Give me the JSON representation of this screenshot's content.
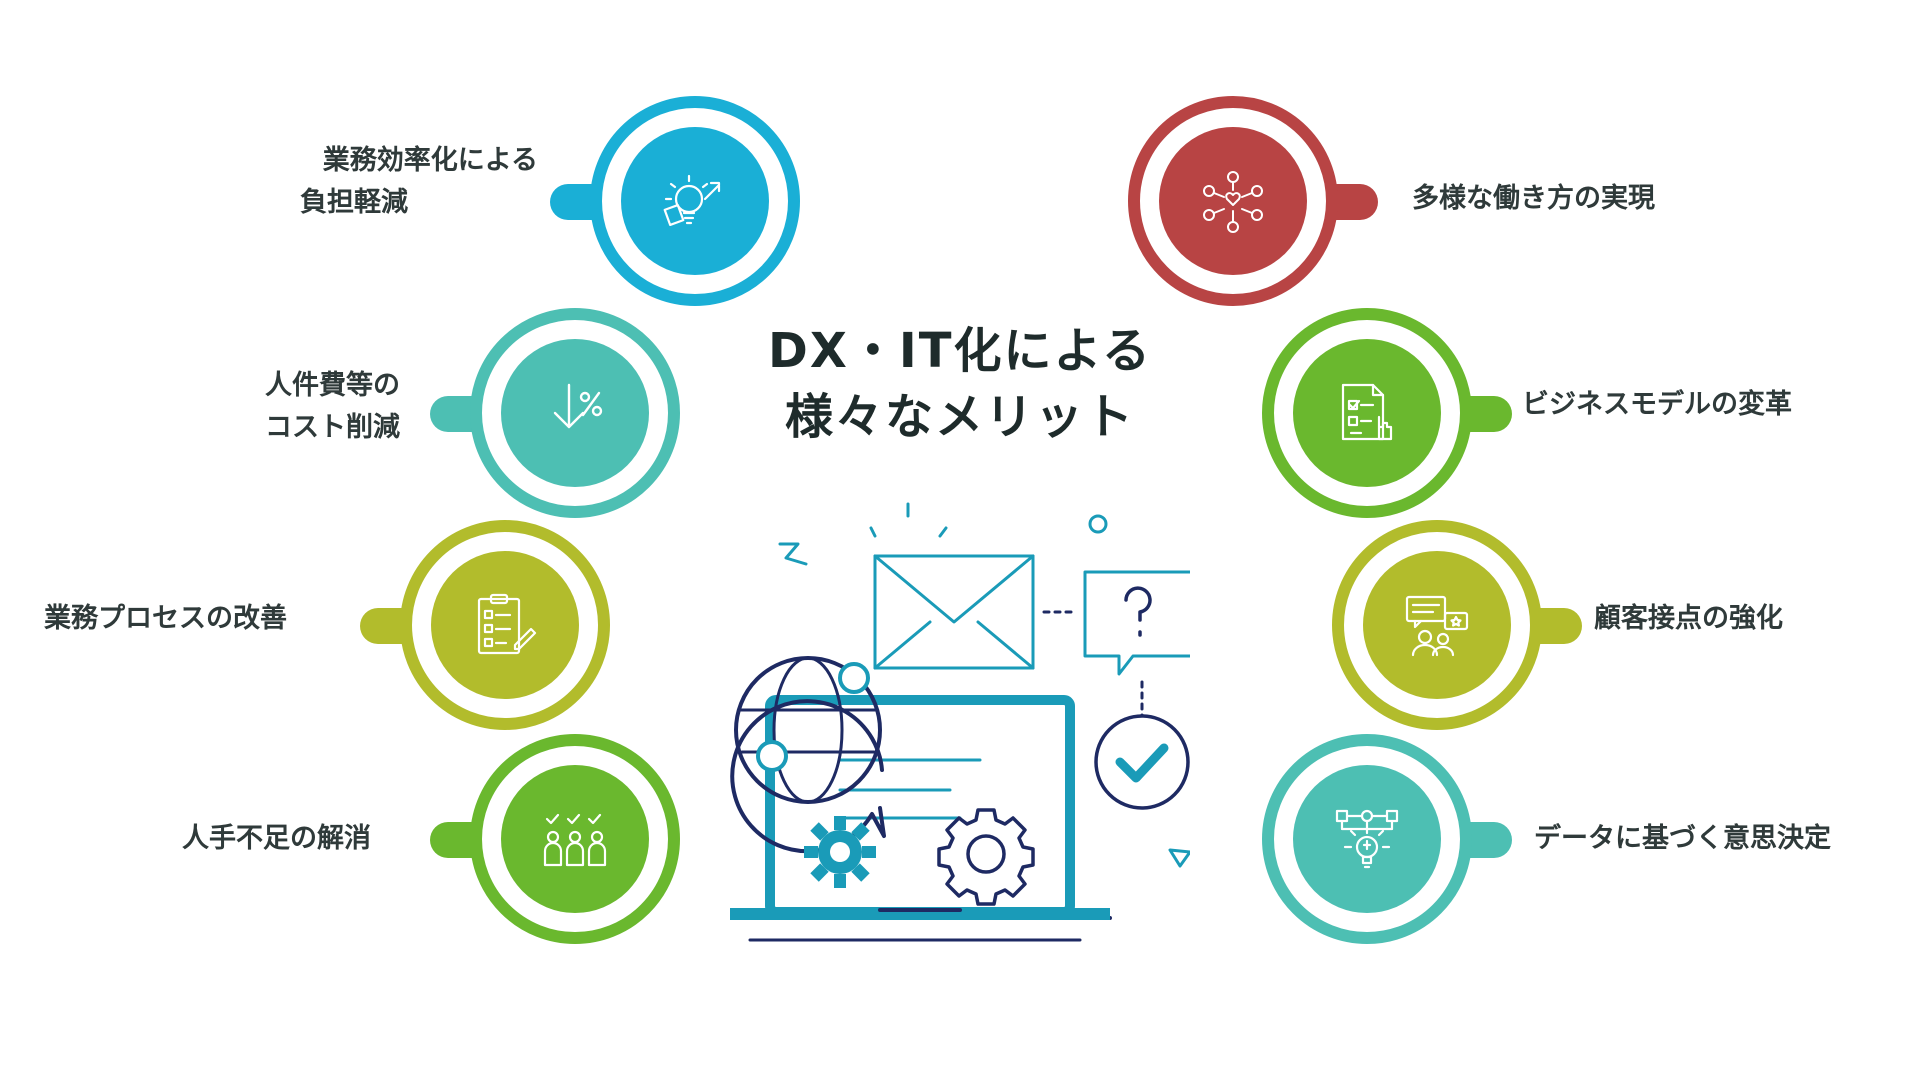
{
  "title": {
    "line1": "DX・IT化による",
    "line2": "様々なメリット"
  },
  "colors": {
    "blue": "#1aafd6",
    "teal": "#4dbfb3",
    "olive": "#b2bc2c",
    "green": "#6ab82e",
    "red": "#b84444",
    "navy": "#1e2a63",
    "dark": "#2f3a3a"
  },
  "left_items": [
    {
      "label_lines": [
        "業務効率化による",
        "負担軽減"
      ],
      "icon": "lightbulb-growth-icon",
      "color": "#1aafd6"
    },
    {
      "label_lines": [
        "人件費等の",
        "コスト削減"
      ],
      "icon": "percent-down-arrow-icon",
      "color": "#4dbfb3"
    },
    {
      "label_lines": [
        "業務プロセスの改善"
      ],
      "icon": "clipboard-checklist-icon",
      "color": "#b2bc2c"
    },
    {
      "label_lines": [
        "人手不足の解消"
      ],
      "icon": "team-check-icon",
      "color": "#6ab82e"
    }
  ],
  "right_items": [
    {
      "label_lines": [
        "多様な働き方の実現"
      ],
      "icon": "network-people-icon",
      "color": "#b84444"
    },
    {
      "label_lines": [
        "ビジネスモデルの変革"
      ],
      "icon": "document-select-icon",
      "color": "#6ab82e"
    },
    {
      "label_lines": [
        "顧客接点の強化"
      ],
      "icon": "customer-chat-icon",
      "color": "#b2bc2c"
    },
    {
      "label_lines": [
        "データに基づく意思決定"
      ],
      "icon": "data-decision-icon",
      "color": "#4dbfb3"
    }
  ]
}
